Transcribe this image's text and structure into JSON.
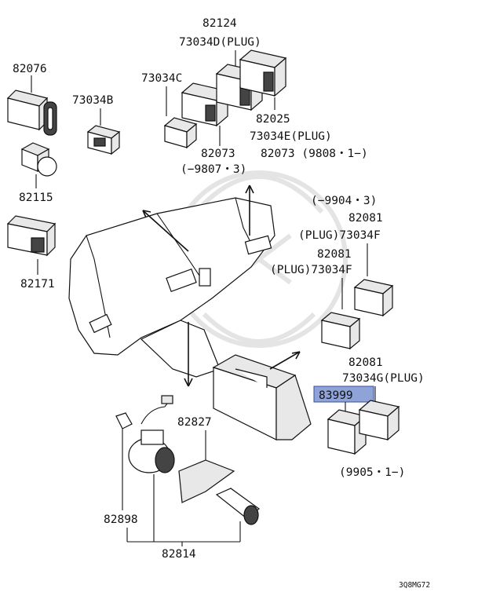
{
  "labels": {
    "p82076": "82076",
    "p82115": "82115",
    "p82171": "82171",
    "p73034B": "73034B",
    "p73034C": "73034C",
    "p82124": "82124",
    "p73034D": "73034D(PLUG)",
    "p82025": "82025",
    "p73034E": "73034E(PLUG)",
    "p82073a": "82073 (9808・1−)",
    "p82073b": "82073",
    "p9807": "(−9807・3)",
    "p9904": "(−9904・3)",
    "p82081a": "82081",
    "p73034Fa": "(PLUG)73034F",
    "p82081b": "82081",
    "p73034Fb": "(PLUG)73034F",
    "p82081c": "82081",
    "p73034G": "73034G(PLUG)",
    "p83999": "83999",
    "p9905": "(9905・1−)",
    "p82827": "82827",
    "p82898": "82898",
    "p82814": "82814"
  },
  "footer_code": "3Q8MG72",
  "highlight_color": "#8fa3d9"
}
